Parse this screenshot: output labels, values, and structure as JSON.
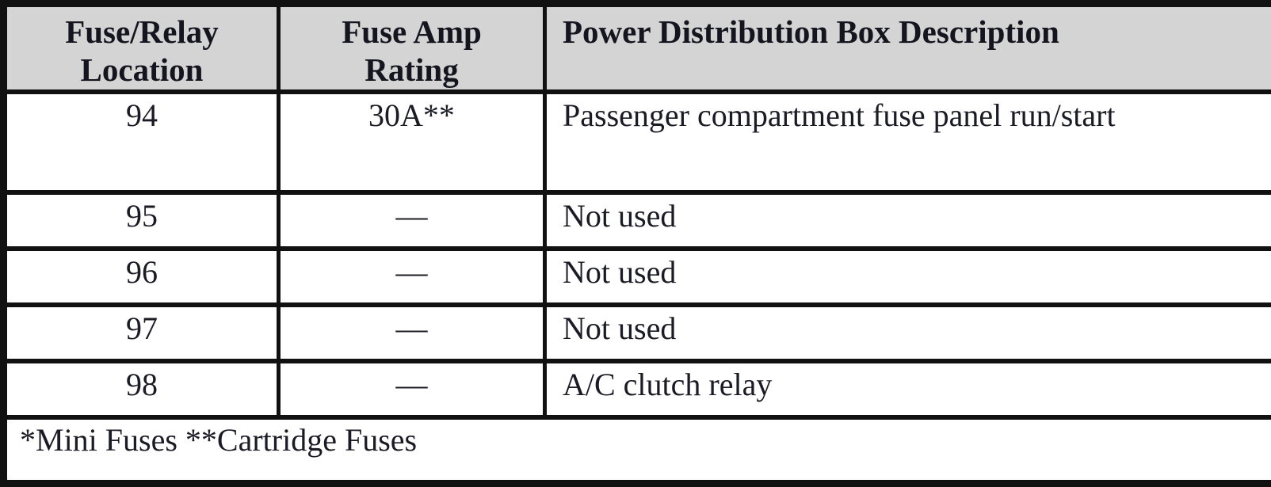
{
  "table": {
    "headers": [
      {
        "line1": "Fuse/Relay",
        "line2": "Location"
      },
      {
        "line1": "Fuse Amp",
        "line2": "Rating"
      },
      {
        "line1": "Power Distribution Box Description",
        "line2": ""
      }
    ],
    "rows": [
      {
        "location": "94",
        "amp_rating": "30A**",
        "description": "Passenger compartment fuse panel run/start"
      },
      {
        "location": "95",
        "amp_rating": "—",
        "description": "Not used"
      },
      {
        "location": "96",
        "amp_rating": "—",
        "description": "Not used"
      },
      {
        "location": "97",
        "amp_rating": "—",
        "description": "Not used"
      },
      {
        "location": "98",
        "amp_rating": "—",
        "description": "A/C clutch relay"
      }
    ],
    "footnote": "*Mini Fuses **Cartridge Fuses",
    "colors": {
      "header_background": "#d4d4d4",
      "border": "#111111",
      "text": "#1b1b26",
      "cell_background": "#ffffff"
    }
  }
}
